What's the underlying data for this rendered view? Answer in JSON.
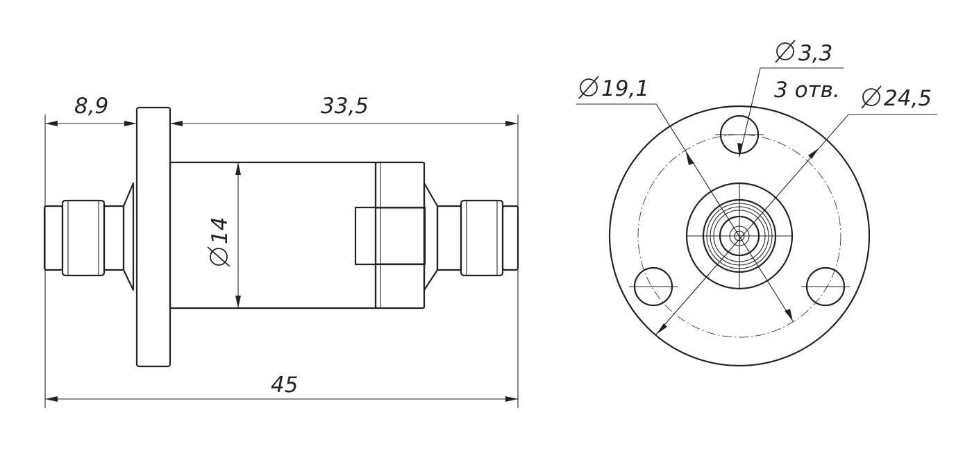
{
  "side_view": {
    "dim_flange_offset": "8,9",
    "dim_body_length": "33,5",
    "dim_body_diameter": "14",
    "dim_overall_length": "45"
  },
  "front_view": {
    "dim_hole_diameter": "3,3",
    "dim_hole_count": "3 отв.",
    "dim_inner_diameter": "19,1",
    "dim_outer_diameter": "24,5"
  }
}
